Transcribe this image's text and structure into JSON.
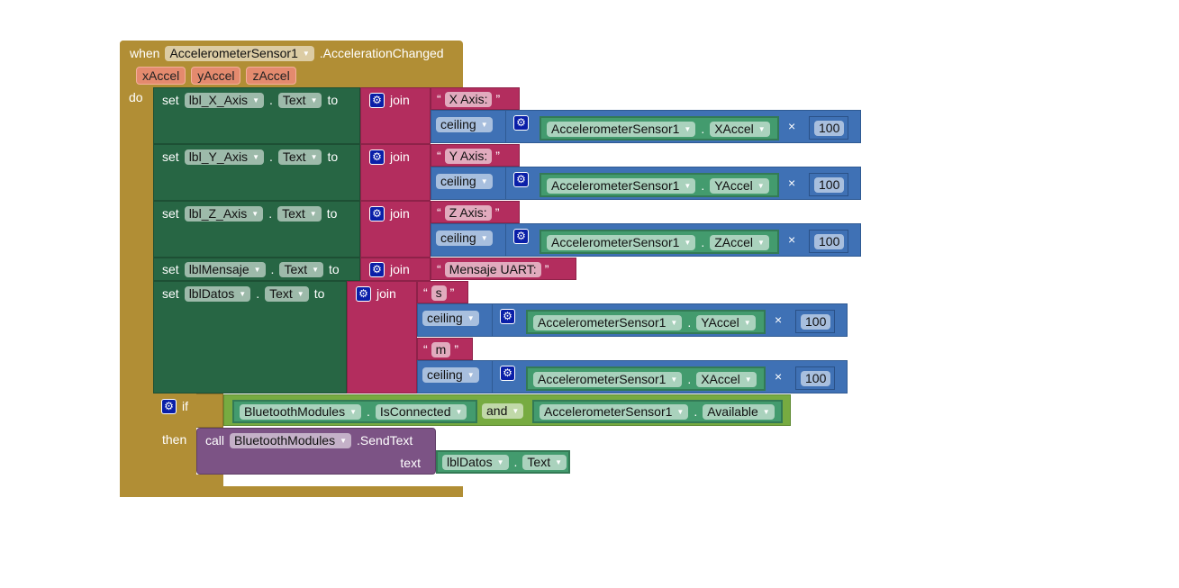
{
  "event": {
    "when": "when",
    "component": "AccelerometerSensor1",
    "event_name": ".AccelerationChanged",
    "params": [
      "xAccel",
      "yAccel",
      "zAccel"
    ],
    "do": "do"
  },
  "common": {
    "set": "set",
    "dot": ".",
    "prop": "Text",
    "to": "to",
    "join": "join",
    "open_quote": "“",
    "close_quote": "”",
    "ceiling": "ceiling",
    "sensor": "AccelerometerSensor1",
    "times": "×",
    "number": "100"
  },
  "sets": [
    {
      "component": "lbl_X_Axis",
      "text": "X Axis:",
      "axis": "XAccel"
    },
    {
      "component": "lbl_Y_Axis",
      "text": "Y Axis:",
      "axis": "YAccel"
    },
    {
      "component": "lbl_Z_Axis",
      "text": "Z Axis:",
      "axis": "ZAccel"
    }
  ],
  "mensaje": {
    "component": "lblMensaje",
    "text": "Mensaje UART:"
  },
  "datos": {
    "component": "lblDatos",
    "text1": "s",
    "axis1": "YAccel",
    "text2": "m",
    "axis2": "XAccel"
  },
  "if_block": {
    "if": "if",
    "then": "then",
    "bt": "BluetoothModules",
    "is_connected": "IsConnected",
    "and": "and",
    "sensor": "AccelerometerSensor1",
    "available": "Available"
  },
  "call": {
    "call": "call",
    "component": "BluetoothModules",
    "method": ".SendText",
    "text_arg": "text",
    "getter_component": "lblDatos",
    "getter_prop": "Text"
  }
}
